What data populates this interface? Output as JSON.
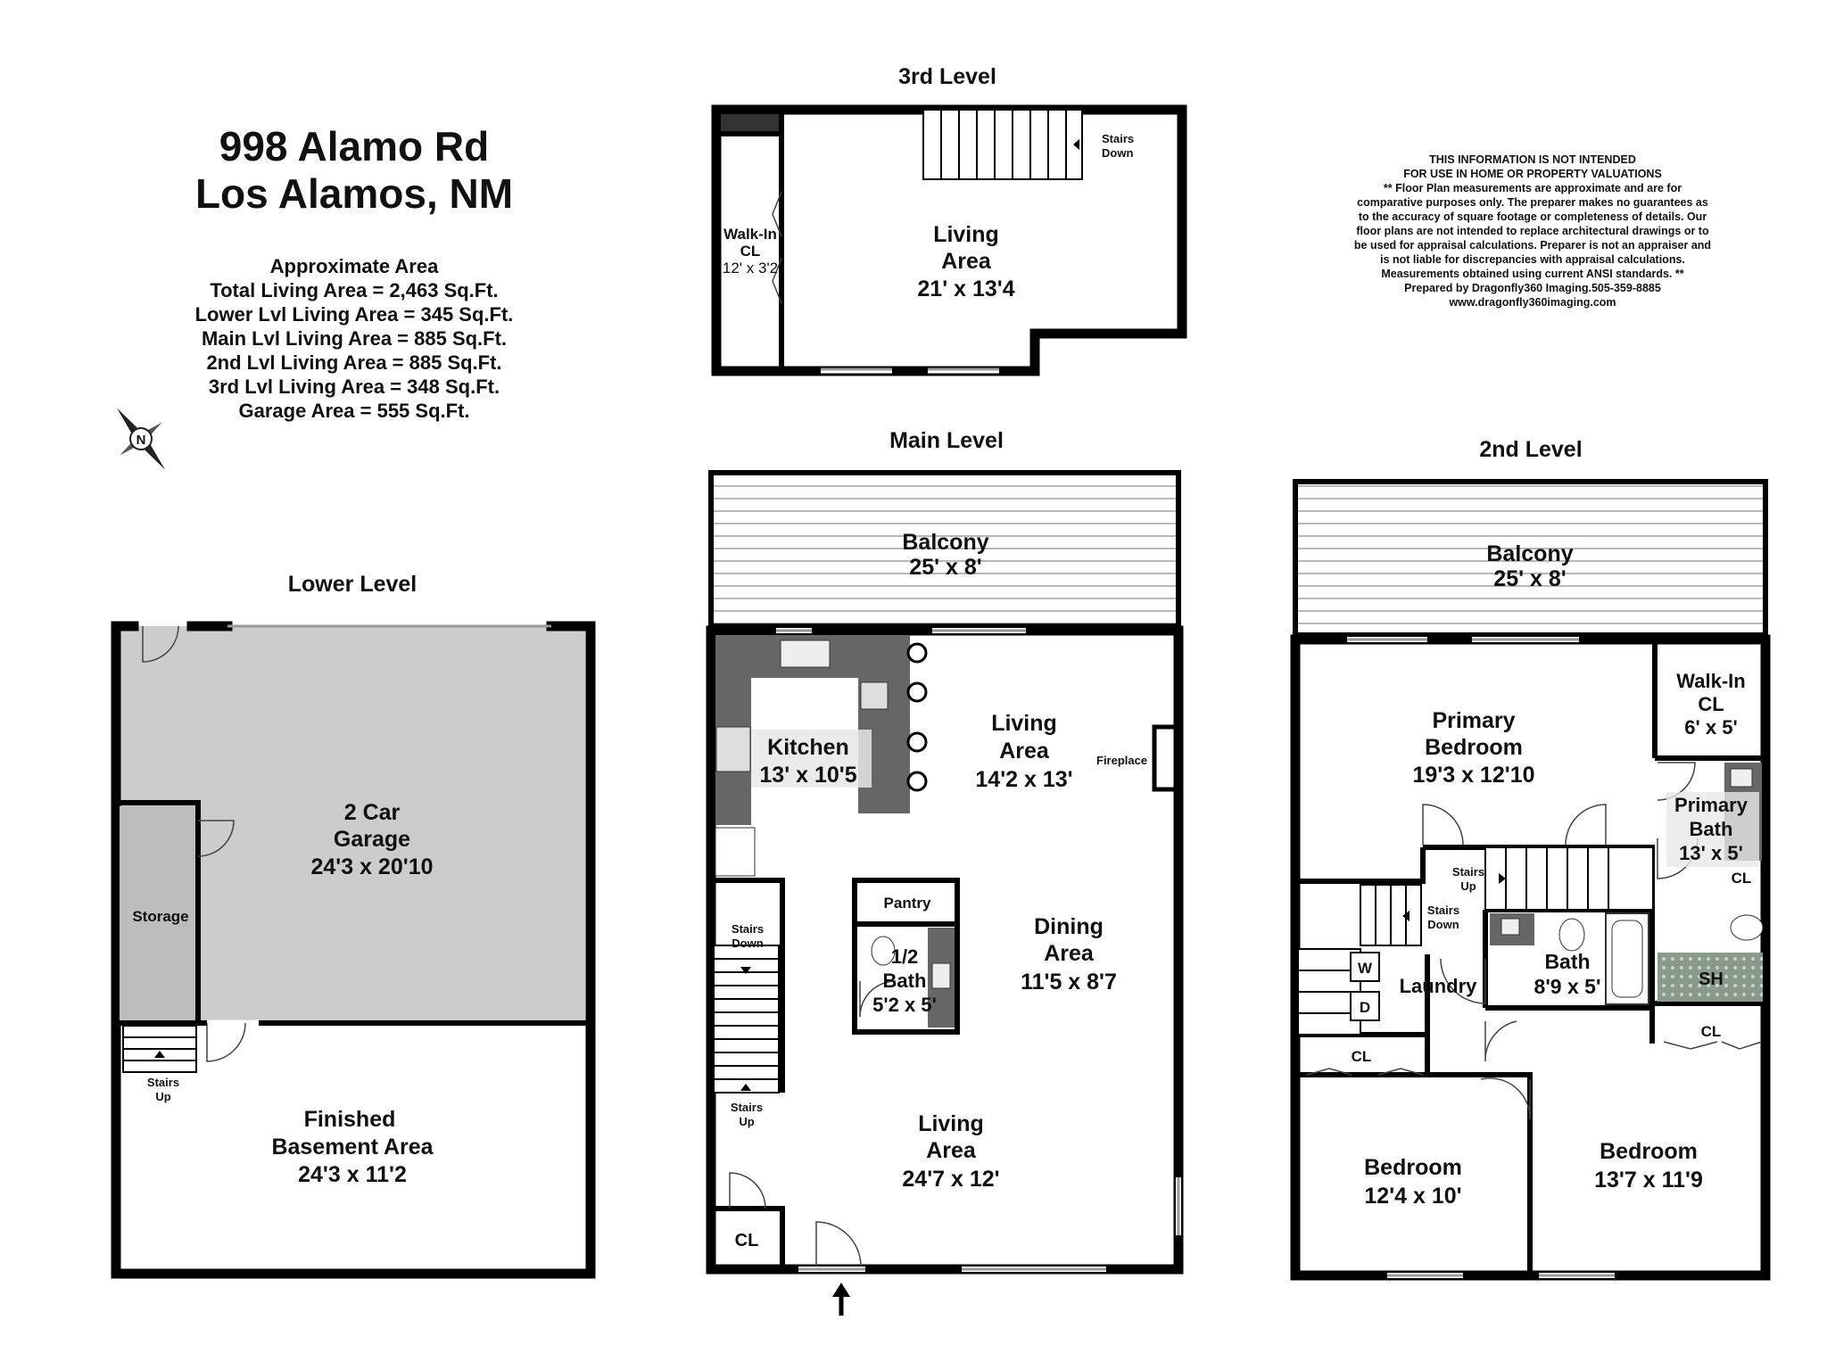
{
  "header": {
    "address_line1": "998 Alamo Rd",
    "address_line2": "Los Alamos, NM",
    "area_title": "Approximate Area",
    "areas": [
      "Total Living Area = 2,463 Sq.Ft.",
      "Lower Lvl Living Area = 345 Sq.Ft.",
      "Main Lvl Living Area = 885 Sq.Ft.",
      "2nd Lvl Living Area = 885 Sq.Ft.",
      "3rd Lvl Living Area = 348 Sq.Ft.",
      "Garage Area = 555 Sq.Ft."
    ],
    "compass_letter": "N"
  },
  "disclaimer": [
    "THIS INFORMATION IS NOT INTENDED",
    "FOR USE IN HOME OR PROPERTY VALUATIONS",
    "** Floor Plan measurements are approximate and are for",
    "comparative purposes only. The preparer makes no guarantees as",
    "to the accuracy of square footage or completeness of details. Our",
    "floor plans are not intended to replace architectural drawings or to",
    "be used for appraisal calculations. Preparer is not an appraiser and",
    "is not liable for discrepancies with appraisal calculations.",
    "Measurements obtained using current ANSI standards. **",
    "Prepared by Dragonfly360 Imaging.505-359-8885",
    "www.dragonfly360imaging.com"
  ],
  "levels": {
    "third": {
      "title": "3rd Level",
      "living_name": "Living",
      "living_name2": "Area",
      "living_dim": "21' x 13'4",
      "closet_name": "Walk-In",
      "closet_name2": "CL",
      "closet_dim": "12' x 3'2",
      "stairs_1": "Stairs",
      "stairs_2": "Down"
    },
    "main": {
      "title": "Main Level",
      "balcony_name": "Balcony",
      "balcony_dim": "25' x 8'",
      "kitchen_name": "Kitchen",
      "kitchen_dim": "13' x 10'5",
      "living_name": "Living",
      "living_name2": "Area",
      "living_dim": "14'2 x 13'",
      "fireplace": "Fireplace",
      "pantry": "Pantry",
      "half_bath_1": "1/2",
      "half_bath_2": "Bath",
      "half_bath_dim": "5'2 x 5'",
      "dining_name": "Dining",
      "dining_name2": "Area",
      "dining_dim": "11'5 x 8'7",
      "stairs_down_1": "Stairs",
      "stairs_down_2": "Down",
      "stairs_up_1": "Stairs",
      "stairs_up_2": "Up",
      "living2_name": "Living",
      "living2_name2": "Area",
      "living2_dim": "24'7 x 12'",
      "closet": "CL"
    },
    "second": {
      "title": "2nd Level",
      "balcony_name": "Balcony",
      "balcony_dim": "25' x 8'",
      "primary_name": "Primary",
      "primary_name2": "Bedroom",
      "primary_dim": "19'3 x 12'10",
      "walkin_name": "Walk-In",
      "walkin_name2": "CL",
      "walkin_dim": "6' x 5'",
      "pbath_name": "Primary",
      "pbath_name2": "Bath",
      "pbath_dim": "13' x 5'",
      "cl_1": "CL",
      "stairs_up_1": "Stairs",
      "stairs_up_2": "Up",
      "stairs_down_1": "Stairs",
      "stairs_down_2": "Down",
      "washer": "W",
      "dryer": "D",
      "laundry": "Laundry",
      "bath_name": "Bath",
      "bath_dim": "8'9 x 5'",
      "shower": "SH",
      "cl_2": "CL",
      "cl_3": "CL",
      "bed1_name": "Bedroom",
      "bed1_dim": "12'4 x 10'",
      "bed2_name": "Bedroom",
      "bed2_dim": "13'7 x 11'9"
    },
    "lower": {
      "title": "Lower Level",
      "garage_name": "2 Car",
      "garage_name2": "Garage",
      "garage_dim": "24'3 x 20'10",
      "storage": "Storage",
      "stairs_1": "Stairs",
      "stairs_2": "Up",
      "basement_name": "Finished",
      "basement_name2": "Basement Area",
      "basement_dim": "24'3 x 11'2"
    }
  },
  "colors": {
    "garage_fill": "#cccccc",
    "counter_fill": "#666666",
    "wall": "#000000"
  }
}
